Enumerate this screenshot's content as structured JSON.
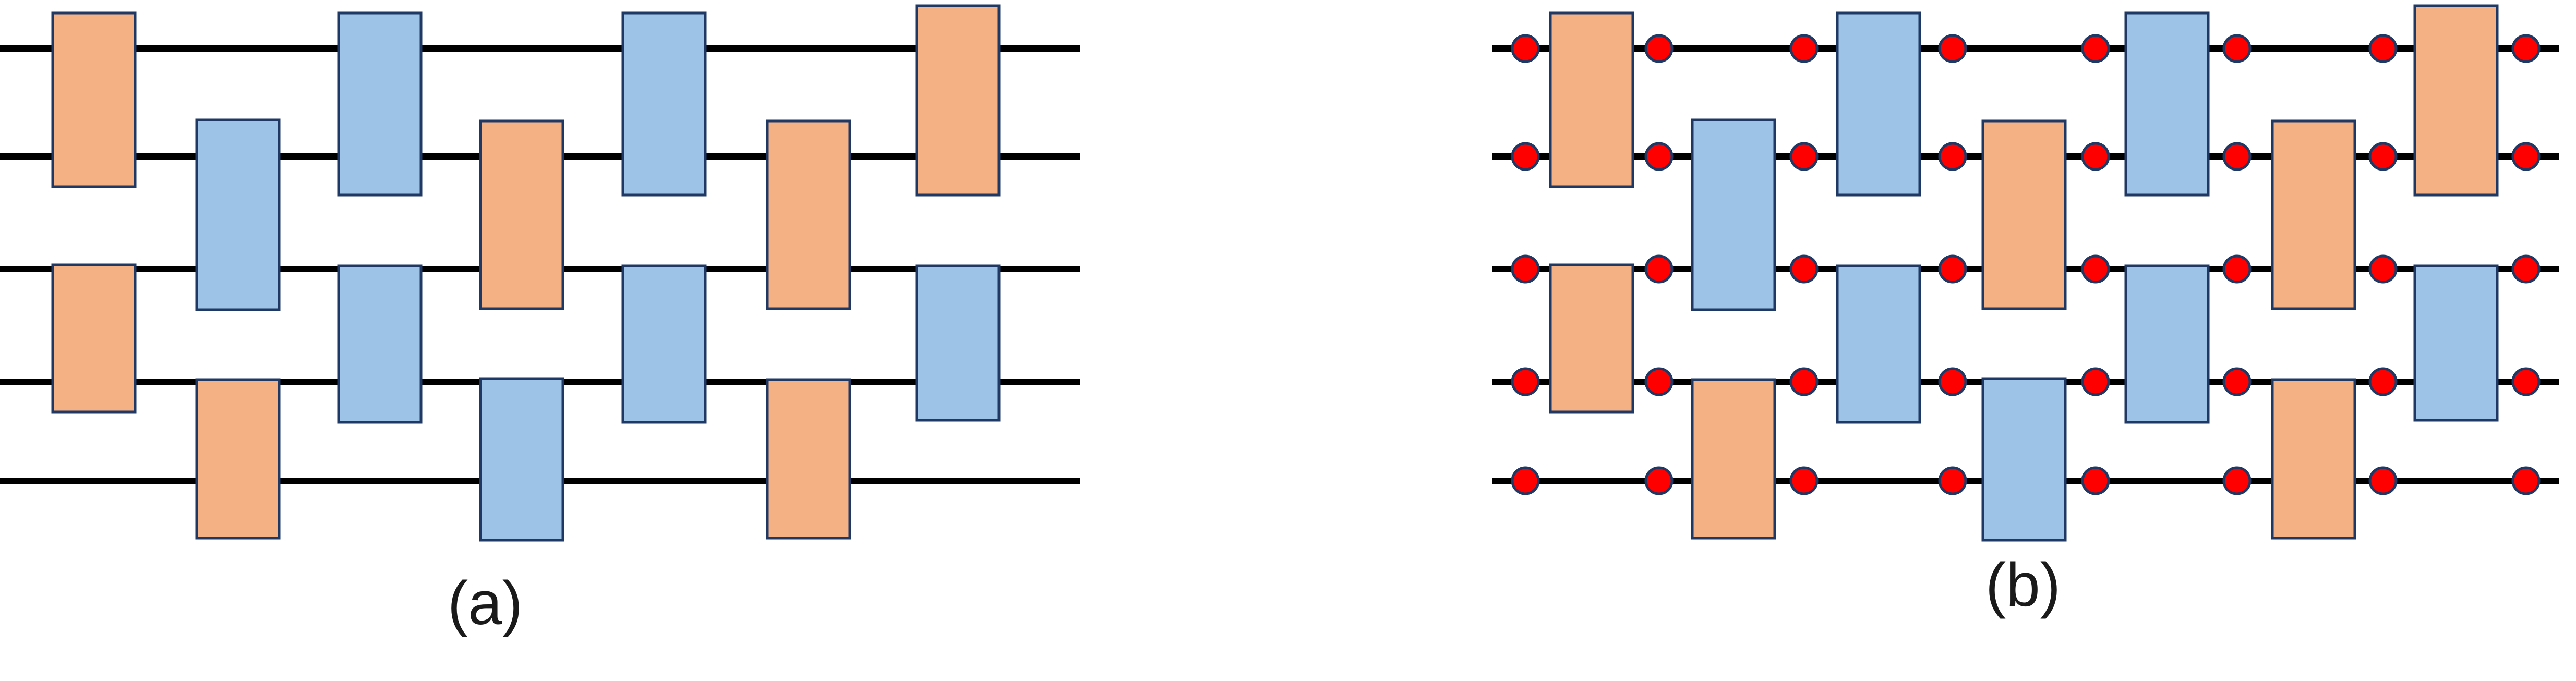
{
  "panels": [
    {
      "label": "(a)",
      "has_dots": false,
      "gates": [
        {
          "color": "orange",
          "between": [
            1,
            2
          ]
        },
        {
          "color": "orange",
          "between": [
            3,
            4
          ]
        },
        {
          "color": "blue",
          "between": [
            2,
            3
          ]
        },
        {
          "color": "orange",
          "between": [
            4,
            5
          ]
        },
        {
          "color": "blue",
          "between": [
            1,
            2
          ]
        },
        {
          "color": "blue",
          "between": [
            3,
            4
          ]
        },
        {
          "color": "orange",
          "between": [
            2,
            3
          ]
        },
        {
          "color": "blue",
          "between": [
            4,
            5
          ]
        },
        {
          "color": "blue",
          "between": [
            1,
            2
          ]
        },
        {
          "color": "blue",
          "between": [
            3,
            4
          ]
        },
        {
          "color": "orange",
          "between": [
            2,
            3
          ]
        },
        {
          "color": "orange",
          "between": [
            4,
            5
          ]
        },
        {
          "color": "orange",
          "between": [
            1,
            2
          ]
        },
        {
          "color": "blue",
          "between": [
            3,
            4
          ]
        }
      ]
    },
    {
      "label": "(b)",
      "has_dots": true,
      "gates": [
        {
          "color": "orange",
          "between": [
            1,
            2
          ]
        },
        {
          "color": "orange",
          "between": [
            3,
            4
          ]
        },
        {
          "color": "blue",
          "between": [
            2,
            3
          ]
        },
        {
          "color": "orange",
          "between": [
            4,
            5
          ]
        },
        {
          "color": "blue",
          "between": [
            1,
            2
          ]
        },
        {
          "color": "blue",
          "between": [
            3,
            4
          ]
        },
        {
          "color": "orange",
          "between": [
            2,
            3
          ]
        },
        {
          "color": "blue",
          "between": [
            4,
            5
          ]
        },
        {
          "color": "blue",
          "between": [
            1,
            2
          ]
        },
        {
          "color": "blue",
          "between": [
            3,
            4
          ]
        },
        {
          "color": "orange",
          "between": [
            2,
            3
          ]
        },
        {
          "color": "orange",
          "between": [
            4,
            5
          ]
        },
        {
          "color": "orange",
          "between": [
            1,
            2
          ]
        },
        {
          "color": "blue",
          "between": [
            3,
            4
          ]
        }
      ]
    }
  ],
  "colors": {
    "orange": "#f4b183",
    "blue": "#9dc3e6",
    "gate_border": "#1f3864",
    "wire": "#000000",
    "dot": "#ff0000",
    "dot_border": "#203864"
  }
}
